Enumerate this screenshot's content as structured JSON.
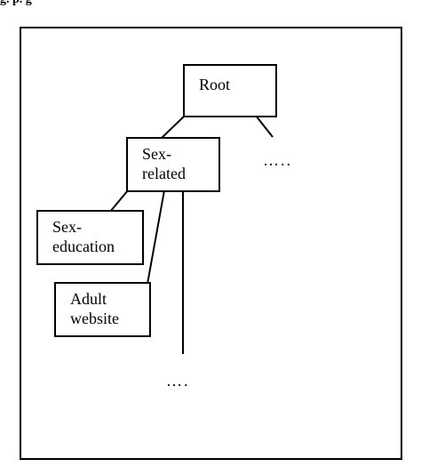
{
  "caption": "g. p. g",
  "nodes": {
    "root": "Root",
    "sex_related": "Sex-\nrelated",
    "sex_education": "Sex-\neducation",
    "adult_website": "Adult\nwebsite"
  },
  "ellipses": {
    "right": "…..",
    "bottom": "…."
  }
}
